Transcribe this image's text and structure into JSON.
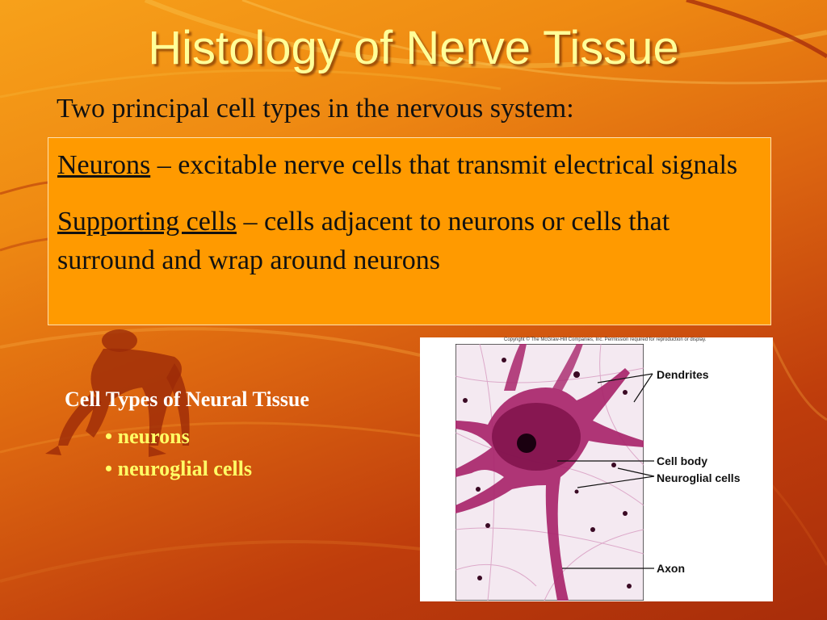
{
  "slide": {
    "title": "Histology of Nerve Tissue",
    "intro": "Two principal cell types in the nervous system:",
    "definitions": [
      {
        "term": "Neurons",
        "text": " – excitable nerve cells that transmit electrical signals"
      },
      {
        "term": "Supporting cells",
        "text": " – cells adjacent to neurons or cells that surround and wrap around neurons"
      }
    ],
    "cell_types": {
      "heading": "Cell Types of Neural Tissue",
      "items": [
        "• neurons",
        "• neuroglial cells"
      ]
    },
    "figure": {
      "copyright": "Copyright © The McGraw-Hill Companies, Inc. Permission required for reproduction or display.",
      "labels": {
        "dendrites": "Dendrites",
        "cell_body": "Cell body",
        "neuroglial_cells": "Neuroglial cells",
        "axon": "Axon"
      }
    },
    "colors": {
      "title": "#ffff99",
      "box_fill": "#ff9a00",
      "list_text": "#ffff66",
      "stain": "#b0286e"
    }
  }
}
